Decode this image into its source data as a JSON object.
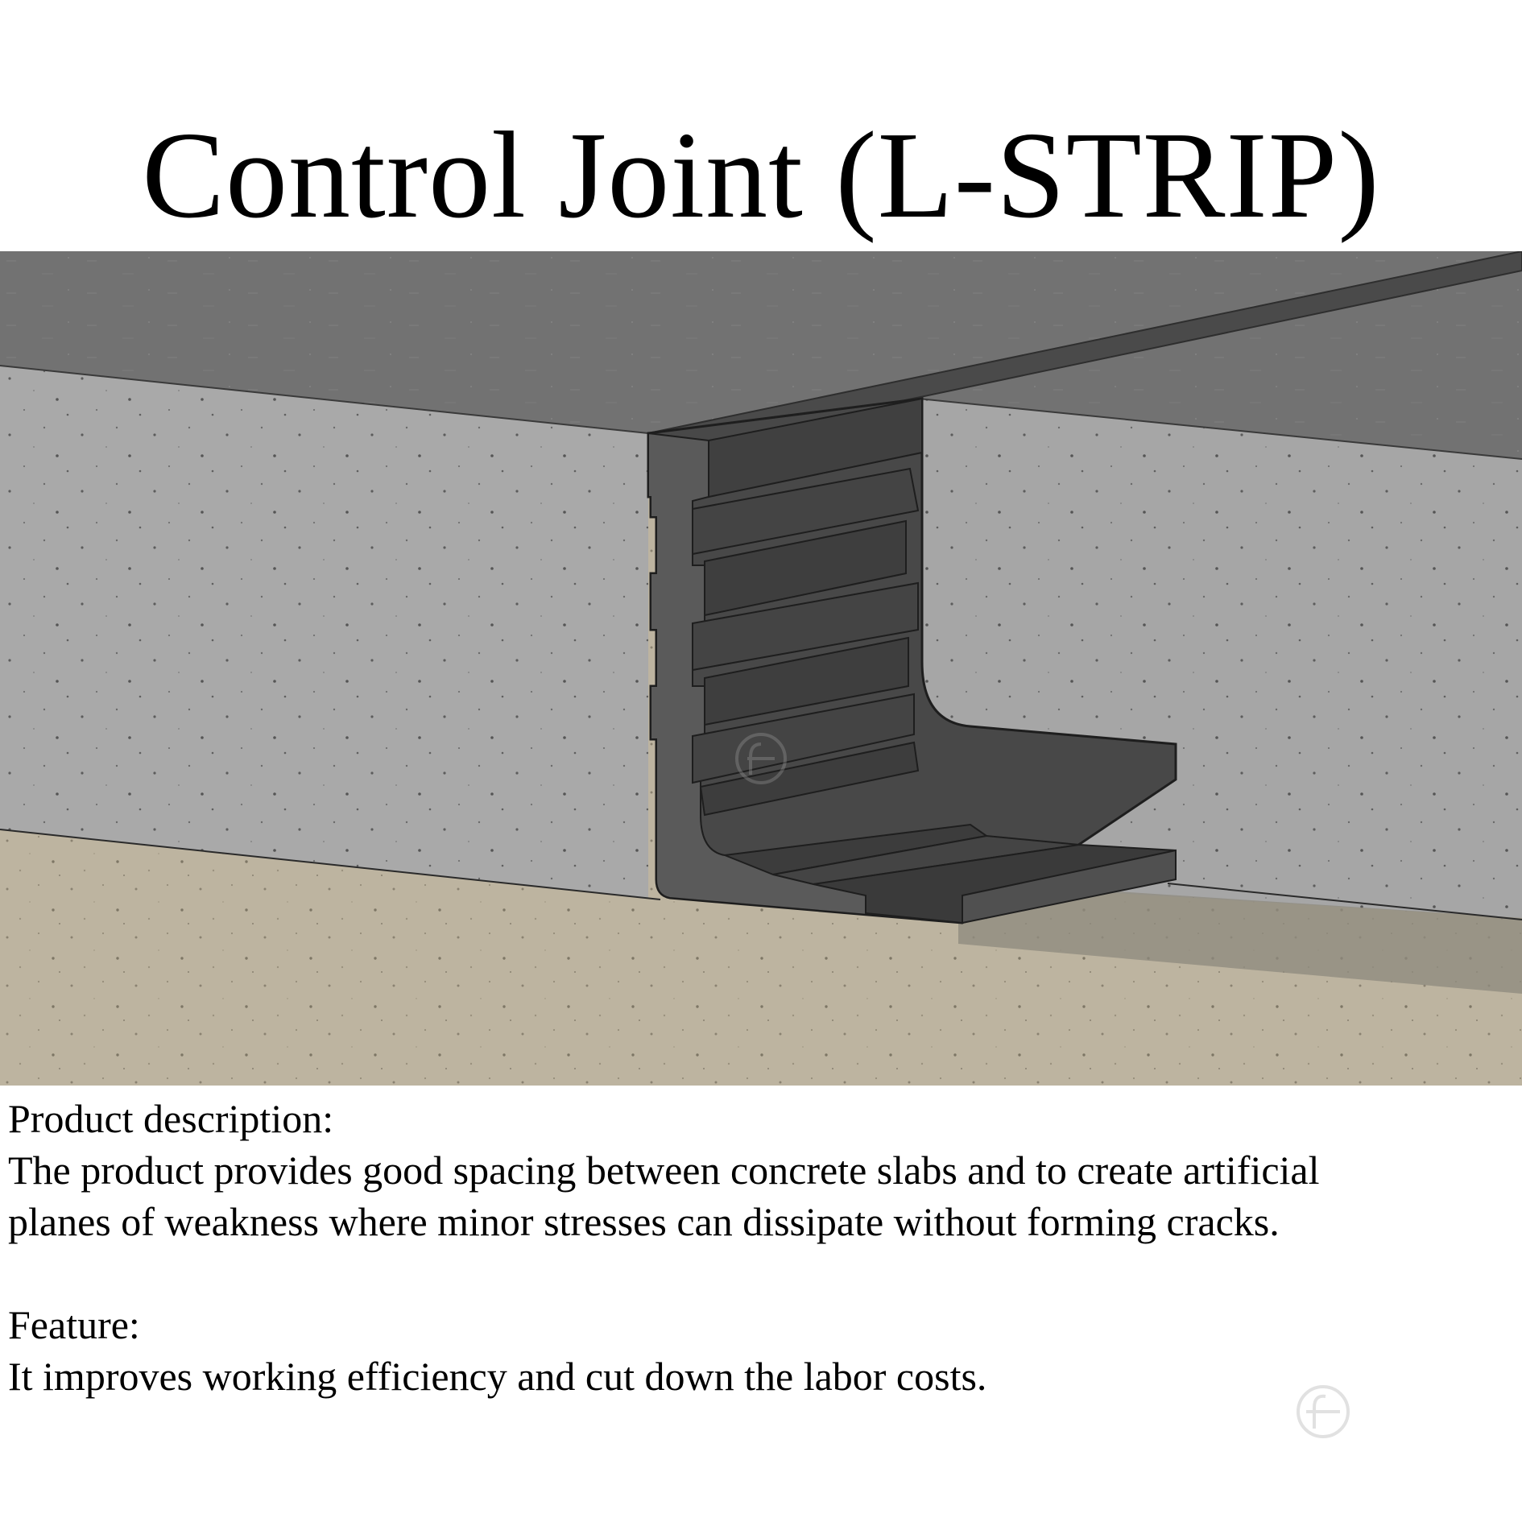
{
  "title": "Control Joint (L-STRIP)",
  "illustration": {
    "icon": "l-strip-control-joint-icon",
    "colors": {
      "slab_top": "#6f6f6f",
      "slab_side": "#a7a7a7",
      "subgrade": "#bdb4a0",
      "strip": "#484848",
      "strip_dark": "#2f2f2f"
    }
  },
  "description": {
    "heading": "Product description:",
    "line1": "The product provides good spacing between concrete slabs and to create artificial",
    "line2": "planes of weakness where minor stresses can dissipate without forming cracks."
  },
  "feature": {
    "heading": "Feature:",
    "text": "It improves working efficiency and cut down the labor costs."
  },
  "watermark": {
    "icon": "brand-watermark-icon"
  }
}
